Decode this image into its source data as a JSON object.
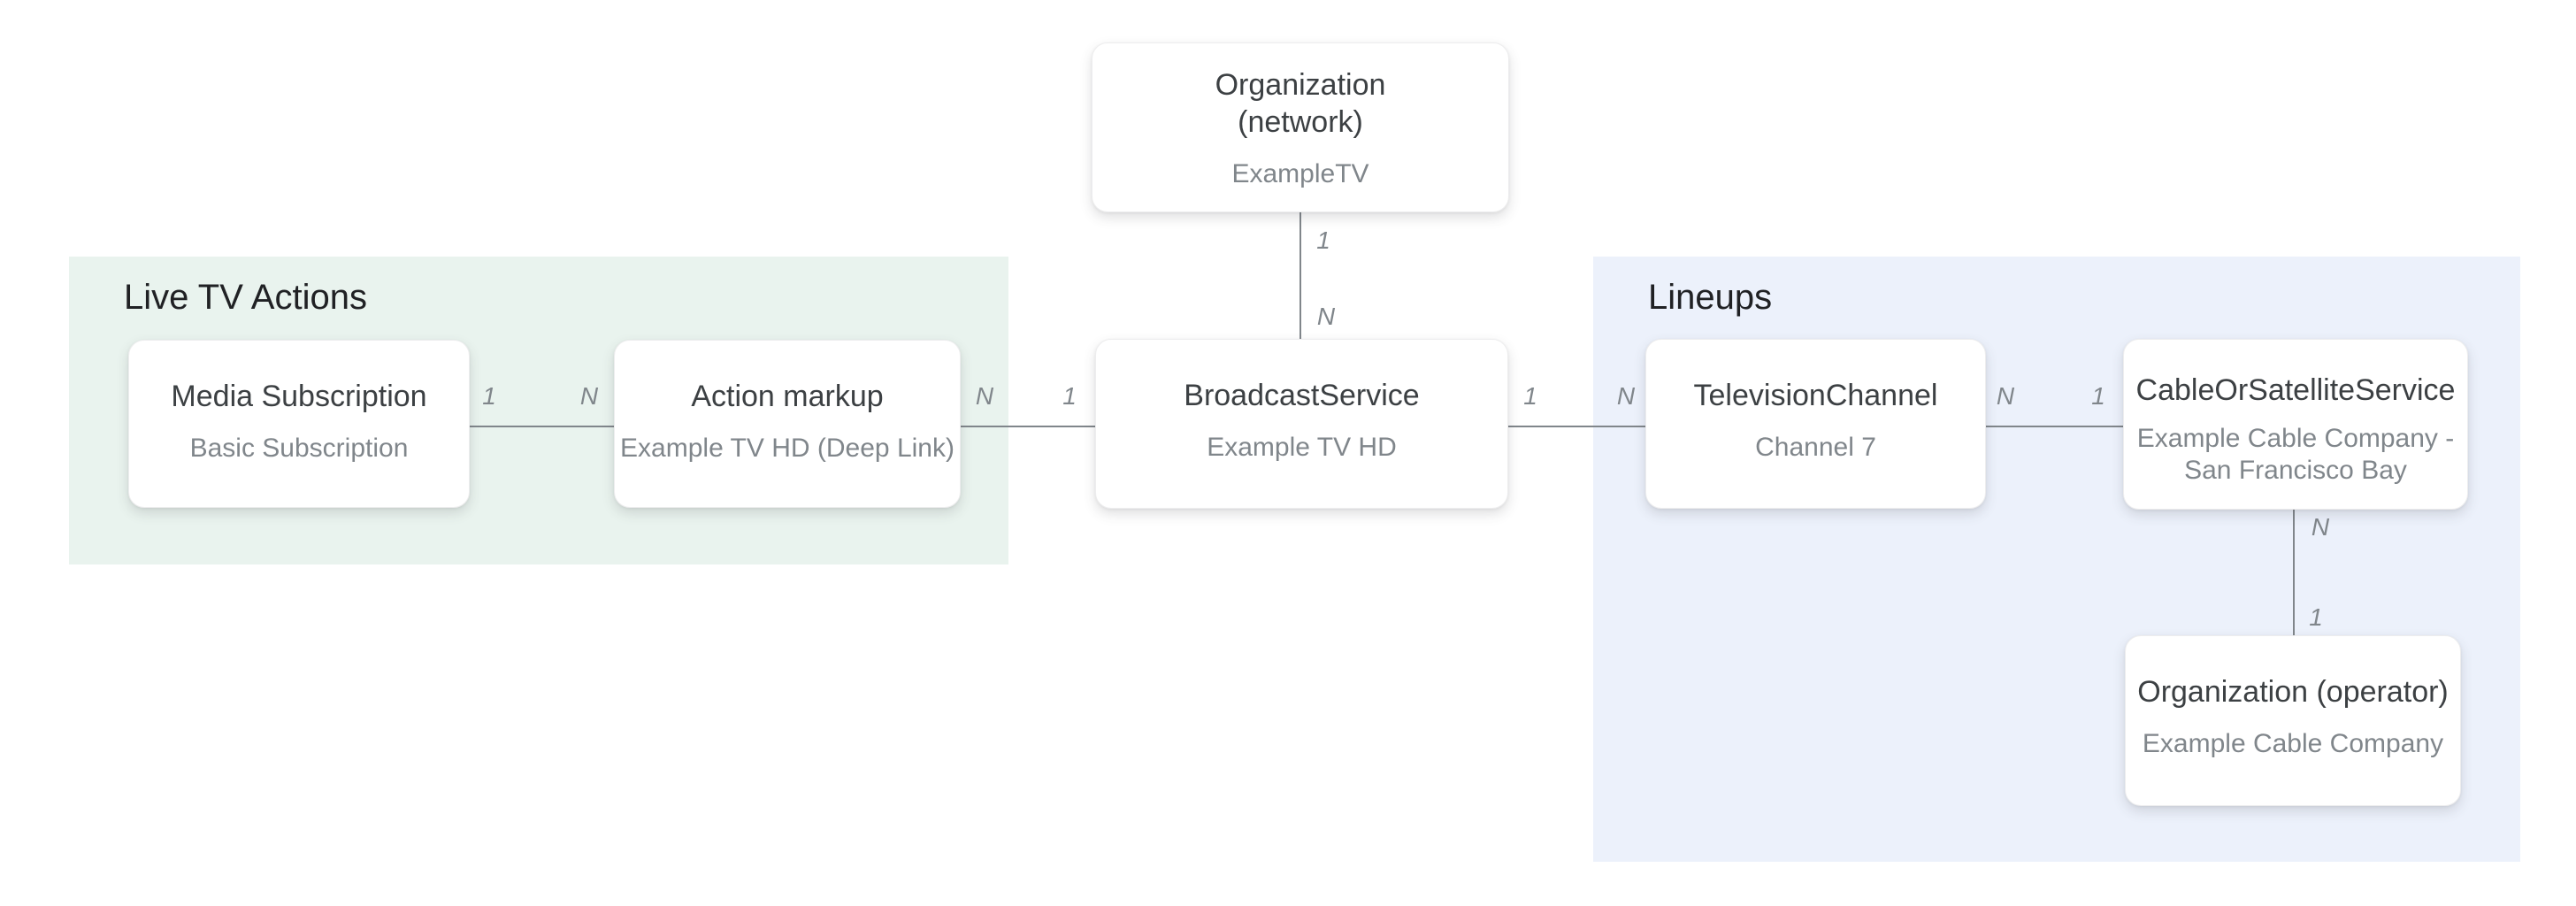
{
  "regions": {
    "live_tv_actions": {
      "label": "Live TV Actions"
    },
    "lineups": {
      "label": "Lineups"
    }
  },
  "nodes": {
    "org_network": {
      "title_lines": [
        "Organization",
        "(network)"
      ],
      "subtitle": "ExampleTV"
    },
    "media_subscription": {
      "title": "Media Subscription",
      "subtitle": "Basic Subscription"
    },
    "action_markup": {
      "title": "Action markup",
      "subtitle": "Example TV HD (Deep Link)"
    },
    "broadcast_service": {
      "title": "BroadcastService",
      "subtitle": "Example TV HD"
    },
    "television_channel": {
      "title": "TelevisionChannel",
      "subtitle": "Channel 7"
    },
    "cable_or_satellite": {
      "title": "CableOrSatelliteService",
      "subtitle_lines": [
        "Example Cable Company -",
        "San Francisco Bay"
      ]
    },
    "org_operator": {
      "title": "Organization (operator)",
      "subtitle": "Example Cable Company"
    }
  },
  "cardinalities": {
    "network_broadcast": {
      "near_network": "1",
      "near_broadcast": "N"
    },
    "subscription_markup": {
      "near_subscription": "1",
      "near_markup": "N"
    },
    "markup_broadcast": {
      "near_markup": "N",
      "near_broadcast": "1"
    },
    "broadcast_channel": {
      "near_broadcast": "1",
      "near_channel": "N"
    },
    "channel_cable": {
      "near_channel": "N",
      "near_cable": "1"
    },
    "cable_operator": {
      "near_cable": "N",
      "near_operator": "1"
    }
  },
  "colors": {
    "canvas_bg": "#ffffff",
    "live_tv_region_bg": "#e9f3ee",
    "lineups_region_bg": "#ecf1fb",
    "node_bg": "#ffffff",
    "node_border": "#ededee",
    "node_title_color": "#3c4043",
    "node_subtitle_color": "#80868b",
    "section_title_color": "#202124",
    "connector_color": "#80868b",
    "cardinality_color": "#80868b"
  }
}
